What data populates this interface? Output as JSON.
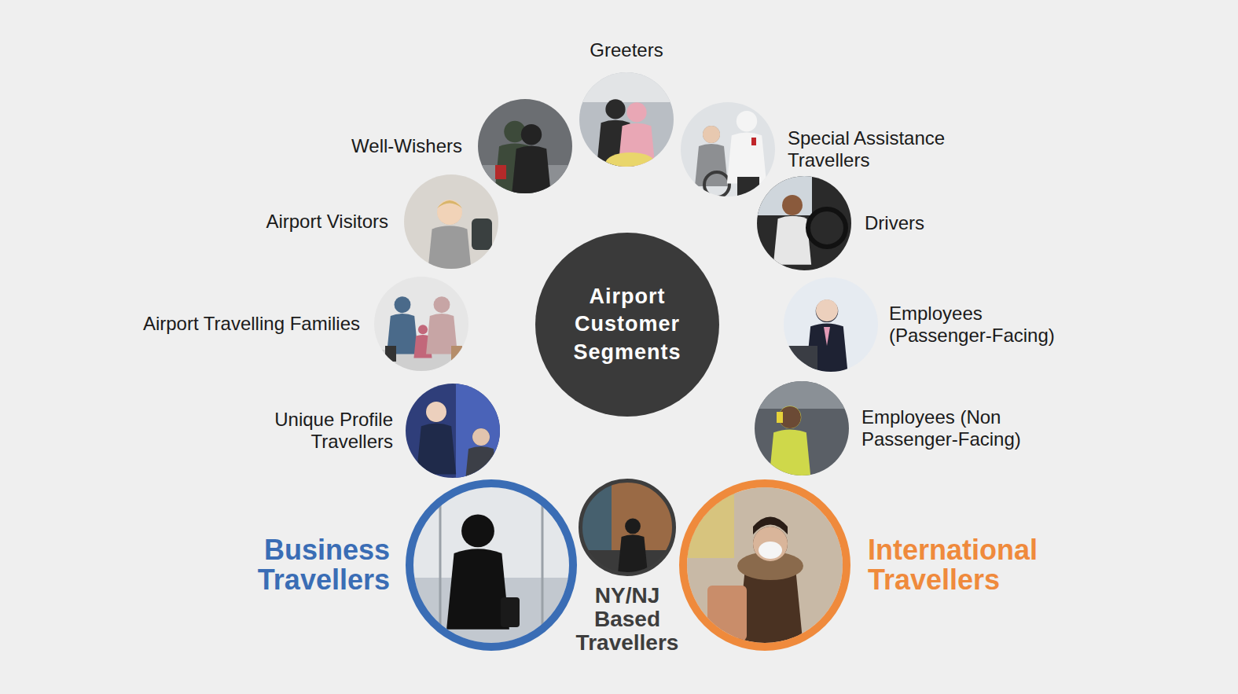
{
  "diagram": {
    "nodes": [
      {
        "text": [
          "Airport Customer Segments"
        ]
      },
      {
        "text": [
          "Greeters"
        ]
      },
      {
        "text": [
          "Special Assistance Travellers"
        ]
      },
      {
        "text": [
          "Drivers"
        ]
      },
      {
        "text": [
          "Employees (Passenger-Facing)"
        ]
      },
      {
        "text": [
          "Employees (Non Passenger-Facing)"
        ]
      },
      {
        "text": [
          "International Travellers"
        ]
      },
      {
        "text": [
          "NY/NJ Based Travellers"
        ]
      },
      {
        "text": [
          "Business Travellers"
        ]
      },
      {
        "text": [
          "Unique Profile Travellers"
        ]
      },
      {
        "text": [
          "Airport Travelling Families"
        ]
      },
      {
        "text": [
          "Airport Visitors"
        ]
      },
      {
        "text": [
          "Well-Wishers"
        ]
      }
    ]
  }
}
